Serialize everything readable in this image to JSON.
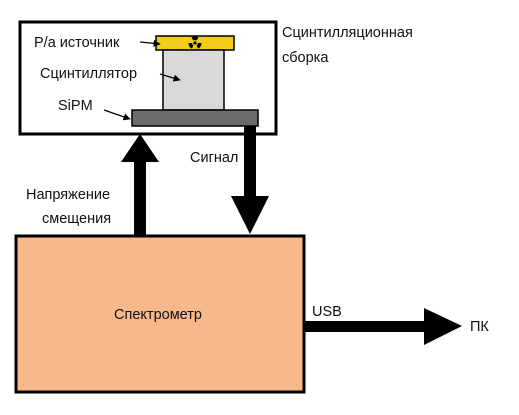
{
  "labels": {
    "source": "Р/а источник",
    "scintillator": "Сцинтиллятор",
    "sipm": "SiPM",
    "assembly_line1": "Сцинтилляционная",
    "assembly_line2": "сборка",
    "signal": "Сигнал",
    "bias_line1": "Напряжение",
    "bias_line2": "смещения",
    "spectrometer": "Спектрометр",
    "usb": "USB",
    "pc": "ПК"
  },
  "colors": {
    "spectrometer_fill": "#F7B88B",
    "source_fill": "#F2CC1C",
    "scintillator_fill": "#D9D9D9",
    "sipm_fill": "#6B6B6B",
    "stroke": "#000000"
  },
  "icons": {
    "source_symbol": "radiation-icon"
  }
}
